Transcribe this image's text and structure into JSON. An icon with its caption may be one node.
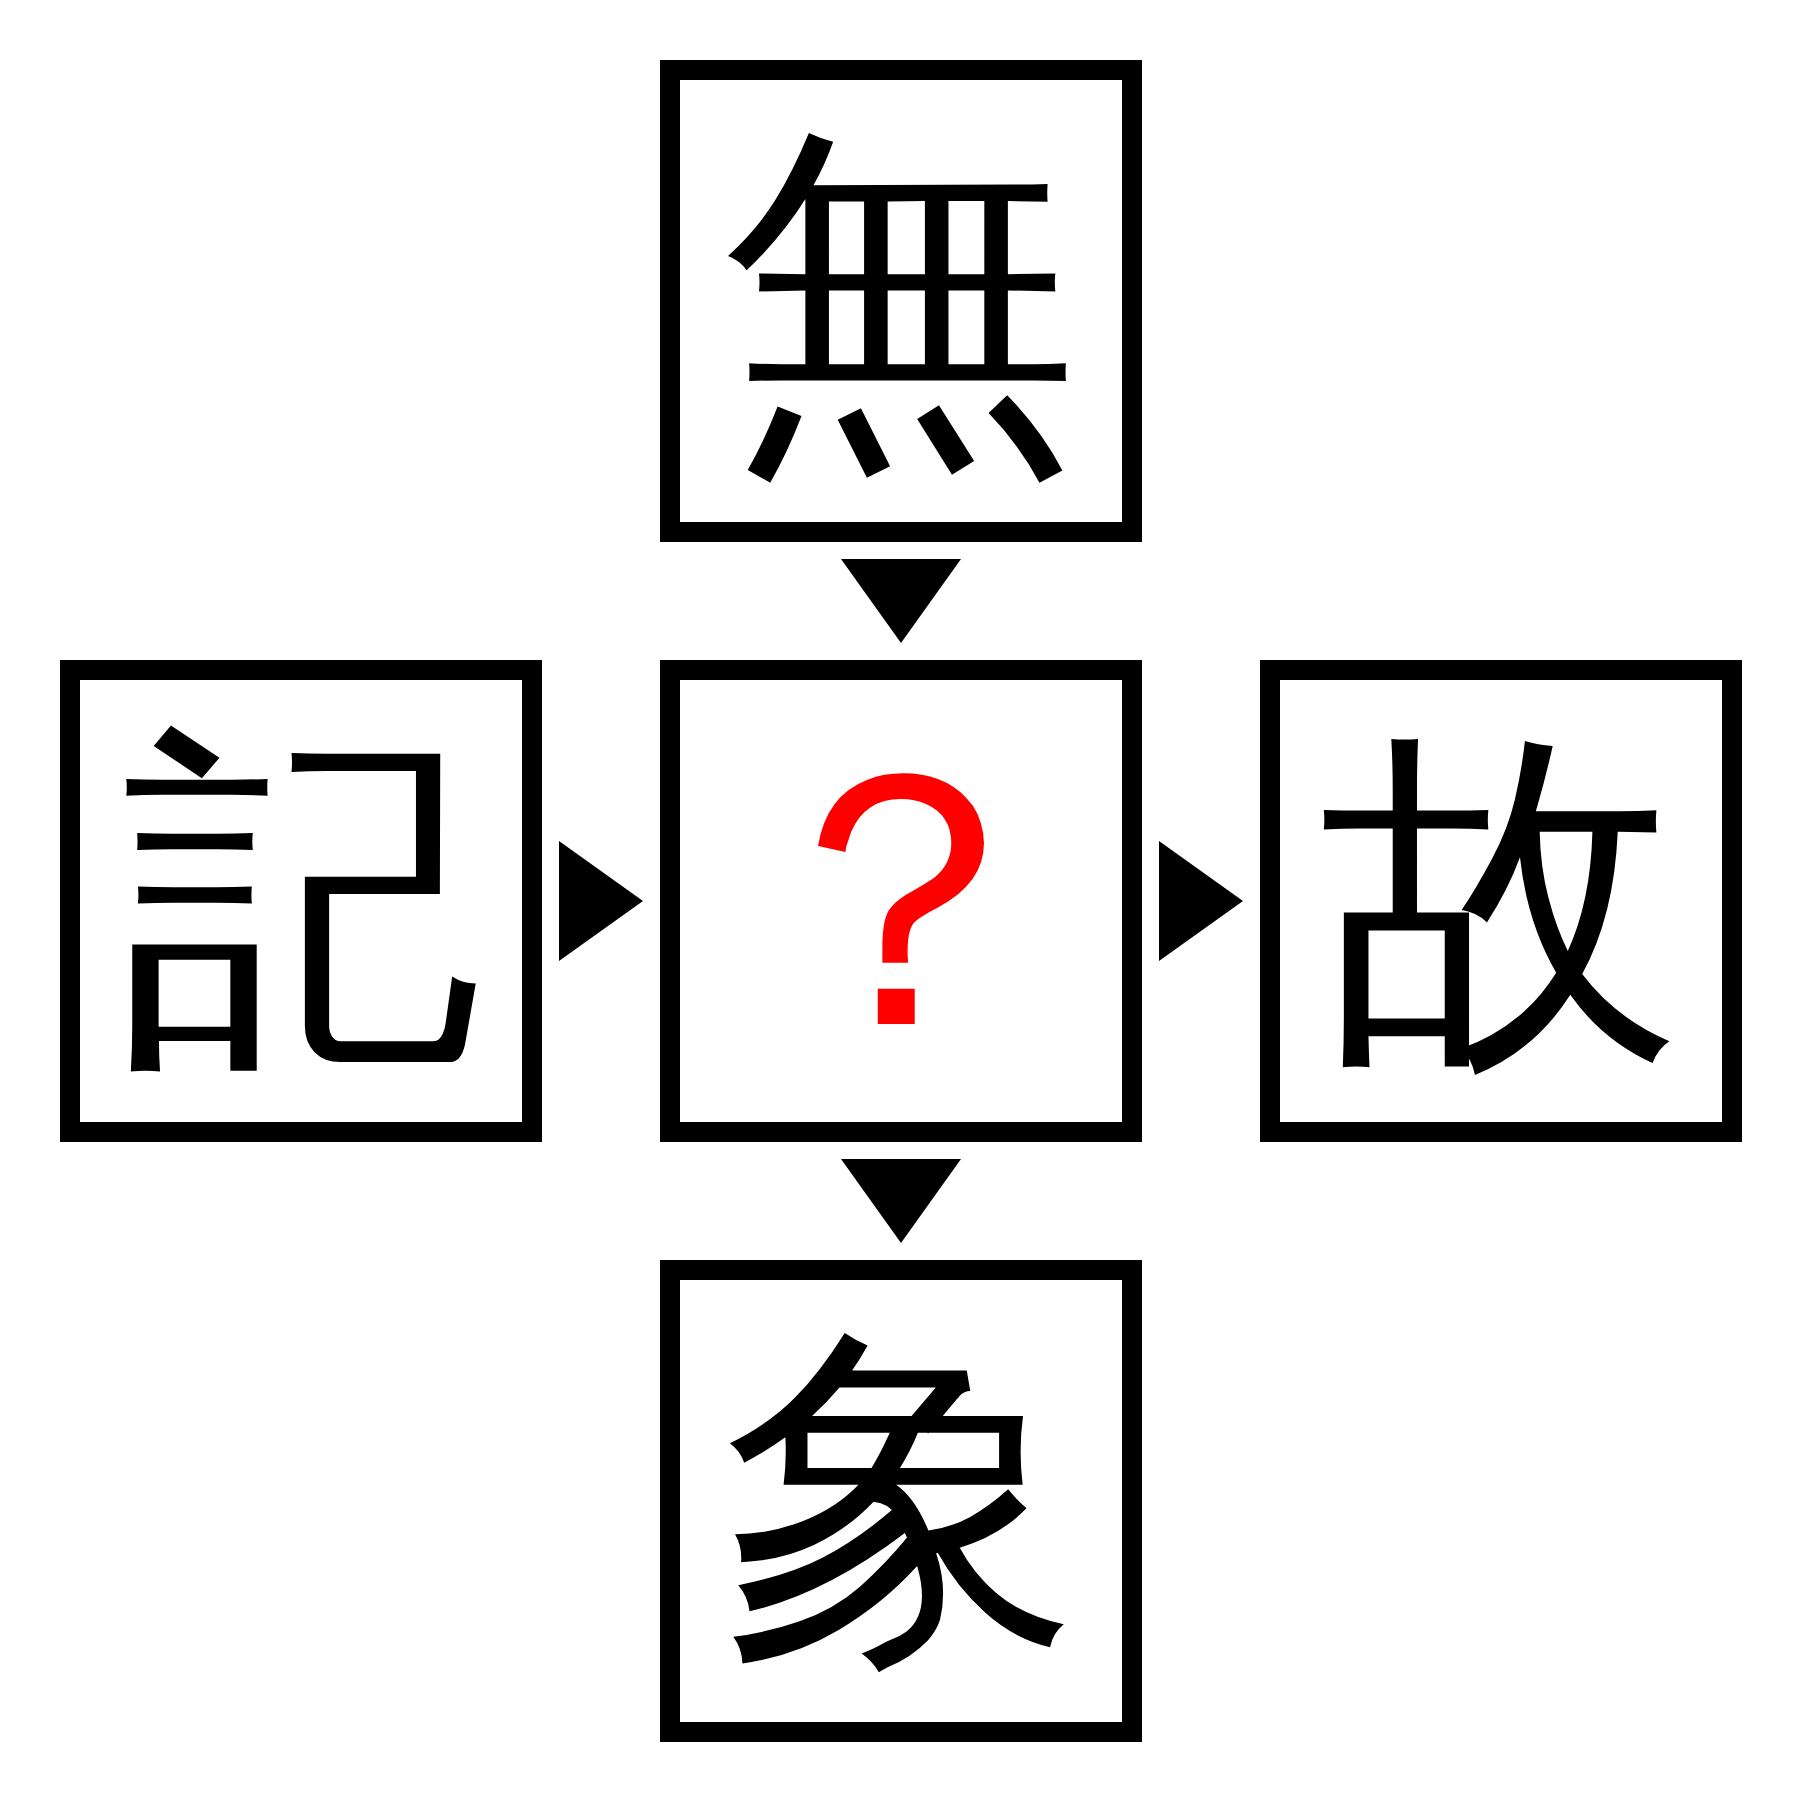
{
  "diagram": {
    "nodes": [
      {
        "text": [
          "無"
        ]
      },
      {
        "text": [
          "記"
        ]
      },
      {
        "text": [
          "？"
        ]
      },
      {
        "text": [
          "故"
        ]
      },
      {
        "text": [
          "象"
        ]
      }
    ],
    "edges": [
      {
        "from": 0,
        "to": 2,
        "arrow": "to"
      },
      {
        "from": 1,
        "to": 2,
        "arrow": "to"
      },
      {
        "from": 2,
        "to": 3,
        "arrow": "to"
      },
      {
        "from": 2,
        "to": 4,
        "arrow": "to"
      }
    ]
  }
}
